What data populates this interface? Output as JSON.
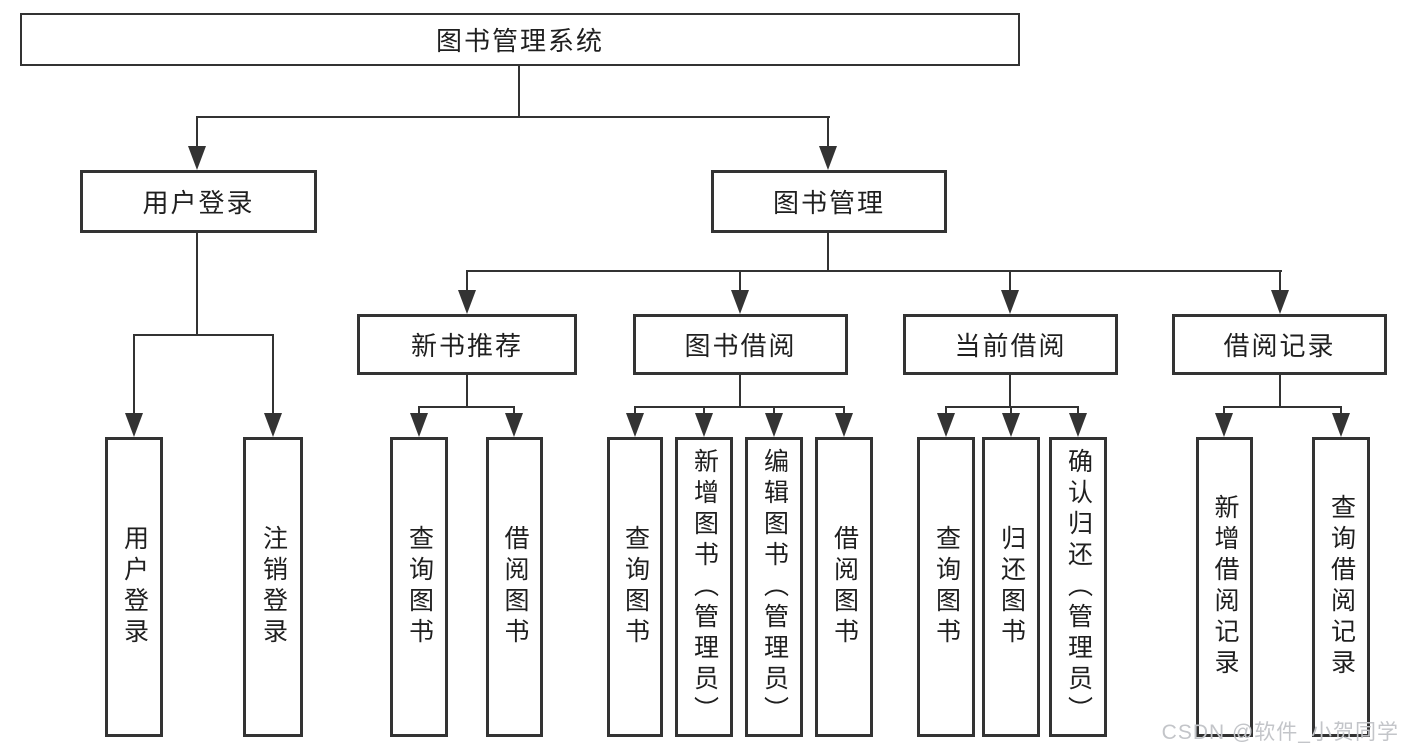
{
  "watermark": "CSDN @软件_小贺同学",
  "colors": {
    "line": "#333333",
    "border": "#333333",
    "text": "#1f1f1f",
    "background": "#ffffff",
    "watermark": "#c3c5c9"
  },
  "nodes": {
    "root": {
      "label": "图书管理系统"
    },
    "user_login": {
      "label": "用户登录"
    },
    "book_mgmt": {
      "label": "图书管理"
    },
    "new_book_rec": {
      "label": "新书推荐"
    },
    "book_borrow": {
      "label": "图书借阅"
    },
    "current_borrow": {
      "label": "当前借阅"
    },
    "borrow_record": {
      "label": "借阅记录"
    }
  },
  "leaves": {
    "user_login": [
      {
        "label": "用户登录"
      },
      {
        "label": "注销登录"
      }
    ],
    "new_book_rec": [
      {
        "label": "查询图书"
      },
      {
        "label": "借阅图书"
      }
    ],
    "book_borrow": [
      {
        "label": "查询图书"
      },
      {
        "label": "新增图书（管理员）"
      },
      {
        "label": "编辑图书（管理员）"
      },
      {
        "label": "借阅图书"
      }
    ],
    "current_borrow": [
      {
        "label": "查询图书"
      },
      {
        "label": "归还图书"
      },
      {
        "label": "确认归还（管理员）"
      }
    ],
    "borrow_record": [
      {
        "label": "新增借阅记录"
      },
      {
        "label": "查询借阅记录"
      }
    ]
  }
}
